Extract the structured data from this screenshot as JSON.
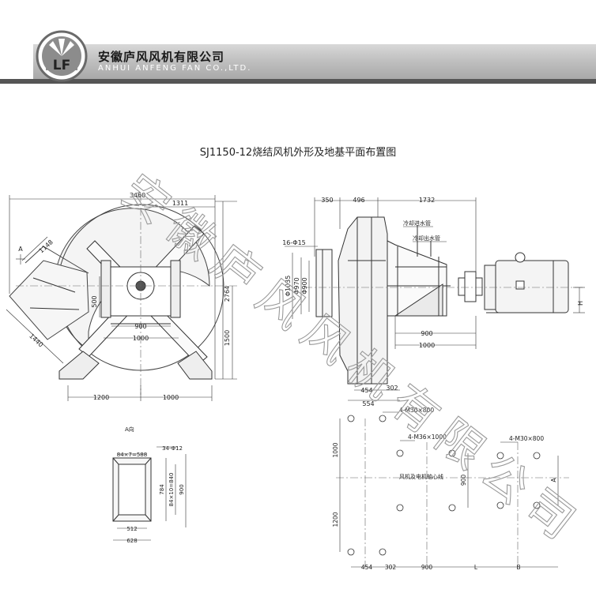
{
  "header": {
    "company_cn": "安徽庐风风机有限公司",
    "company_en": "ANHUI ANFENG FAN CO.,LTD.",
    "logo_letters": "LF"
  },
  "title": "SJ1150-12烧结风机外形及地基平面布置图",
  "watermark": "安徽庐风风机有限公司",
  "views": {
    "front": {
      "dims": {
        "total_width": "3460",
        "right_offset": "1311",
        "inlet_width": "1148",
        "height_total": "2764",
        "height_center": "1500",
        "motor_base_h": "500",
        "base_900": "900",
        "base_1000": "1000",
        "diag_1440": "1440",
        "bottom_left": "1200",
        "bottom_right": "1000"
      },
      "label_a": "A"
    },
    "side": {
      "dims": {
        "top_350": "350",
        "top_496": "496",
        "top_1732": "1732",
        "holes": "16-Φ15",
        "d1035": "Φ1035",
        "d970": "Φ970",
        "d900": "Φ900",
        "b900": "900",
        "b1000": "1000",
        "b454": "454",
        "b302": "302",
        "b554": "554",
        "h": "H"
      },
      "notes": {
        "cooling_in": "冷却进水管",
        "cooling_out": "冷却出水管"
      }
    },
    "a_view": {
      "title": "A向",
      "dims": {
        "holes": "34-Φ12",
        "top": "84×7=588",
        "right1": "784",
        "right2": "84×10=840",
        "right3": "900",
        "bottom1": "512",
        "bottom2": "628"
      }
    },
    "foundation": {
      "bolts1": "4-M30×800",
      "bolts2": "4-M36×1000",
      "bolts3": "4-M30×800",
      "center_note": "风机及电机轴心线",
      "left1": "1000",
      "left2": "1200",
      "right_900": "900",
      "right_a": "A",
      "b454": "454",
      "b302": "302",
      "b900": "900",
      "b_l": "L",
      "b_b": "B"
    }
  }
}
